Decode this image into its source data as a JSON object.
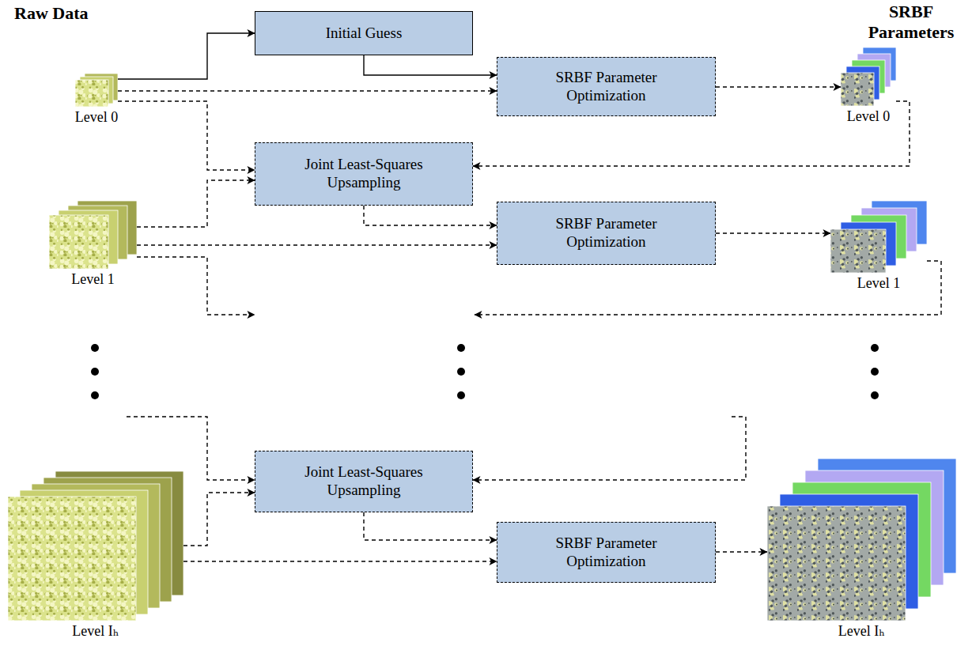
{
  "diagram": {
    "nodes": [
      {
        "text": [
          "Level 0"
        ]
      },
      {
        "text": [
          "Initial Guess"
        ]
      },
      {
        "text": [
          "SRBF Parameter Optimization"
        ]
      },
      {
        "text": [
          "Level 0"
        ]
      },
      {
        "text": [
          "Joint Least-Squares Upsampling"
        ]
      },
      {
        "text": [
          "Level 1"
        ]
      },
      {
        "text": [
          "SRBF Parameter Optimization"
        ]
      },
      {
        "text": [
          "Level 1"
        ]
      },
      {
        "text": [
          "Joint Least-Squares Upsampling"
        ]
      },
      {
        "text": [
          "Level Iₕ"
        ]
      },
      {
        "text": [
          "SRBF Parameter Optimization"
        ]
      },
      {
        "text": [
          "Level Iₕ"
        ]
      }
    ],
    "edges": [
      {
        "from": 0,
        "to": 1,
        "arrow": "to"
      },
      {
        "from": 1,
        "to": 2,
        "arrow": "to"
      },
      {
        "from": 0,
        "to": 2,
        "arrow": "to"
      },
      {
        "from": 2,
        "to": 3,
        "arrow": "to"
      },
      {
        "from": 0,
        "to": 4,
        "arrow": "to"
      },
      {
        "from": 3,
        "to": 4,
        "arrow": "to"
      },
      {
        "from": 5,
        "to": 4,
        "arrow": "to"
      },
      {
        "from": 4,
        "to": 6,
        "arrow": "to"
      },
      {
        "from": 5,
        "to": 6,
        "arrow": "to"
      },
      {
        "from": 6,
        "to": 7,
        "arrow": "to"
      },
      {
        "from": 9,
        "to": 8,
        "arrow": "to"
      },
      {
        "from": 8,
        "to": 10,
        "arrow": "to"
      },
      {
        "from": 9,
        "to": 10,
        "arrow": "to"
      },
      {
        "from": 10,
        "to": 11,
        "arrow": "to"
      }
    ],
    "labels": [
      "Raw Data",
      "SRBF Parameters"
    ]
  }
}
